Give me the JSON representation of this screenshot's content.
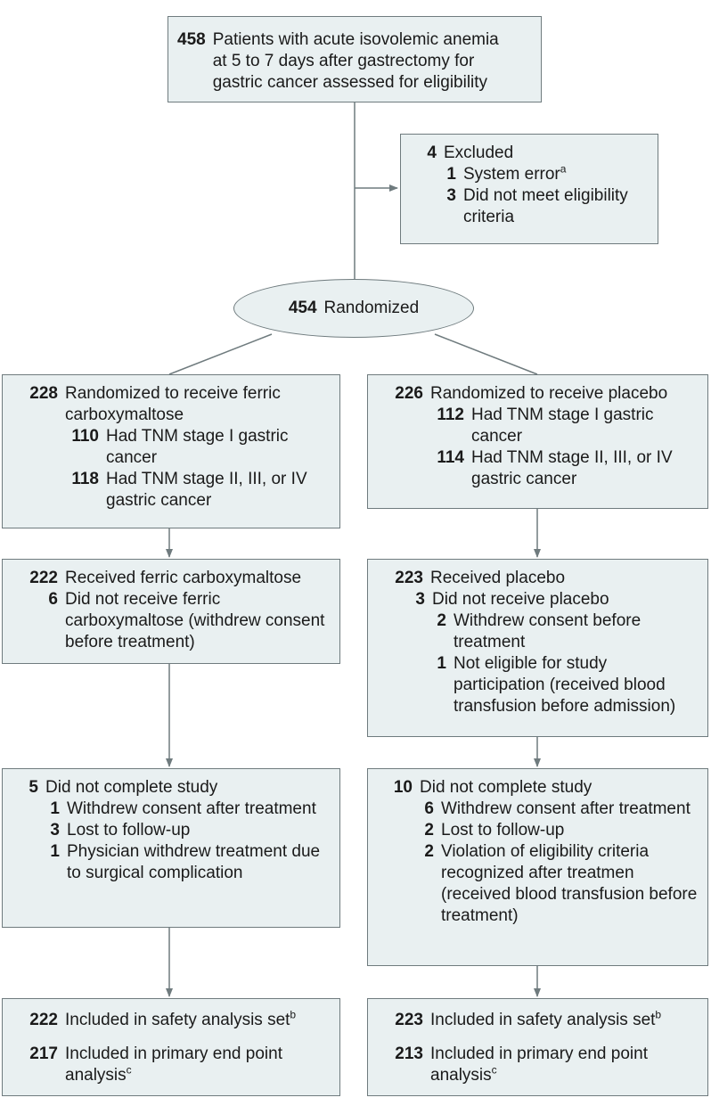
{
  "screening": {
    "count": "458",
    "line1": "Patients  with acute isovolemic anemia",
    "line2": "at 5 to 7 days after gastrectomy for",
    "line3": "gastric cancer assessed for eligibility"
  },
  "excluded": {
    "count": "4",
    "label": "Excluded",
    "items": [
      {
        "count": "1",
        "label": "System error",
        "sup": "a"
      },
      {
        "count": "3",
        "label": "Did not meet eligibility criteria"
      }
    ]
  },
  "randomized": {
    "count": "454",
    "label": "Randomized"
  },
  "left": {
    "allocation": {
      "count": "228",
      "label": "Randomized to receive ferric carboxymaltose",
      "items": [
        {
          "count": "110",
          "label": "Had TNM stage I gastric cancer"
        },
        {
          "count": "118",
          "label": "Had TNM stage II, III, or IV gastric cancer"
        }
      ]
    },
    "received": {
      "count": "222",
      "label": "Received ferric carboxymaltose",
      "not_count": "6",
      "not_label": "Did not receive ferric carboxymaltose (withdrew consent before treatment)"
    },
    "followup": {
      "count": "5",
      "label": "Did not complete study",
      "items": [
        {
          "count": "1",
          "label": "Withdrew consent after treatment"
        },
        {
          "count": "3",
          "label": "Lost to follow-up"
        },
        {
          "count": "1",
          "label": "Physician withdrew treatment due to surgical complication"
        }
      ]
    },
    "analysis": {
      "safety_count": "222",
      "safety_label": "Included in safety analysis set",
      "safety_sup": "b",
      "primary_count": "217",
      "primary_label": "Included in primary end point analysis",
      "primary_sup": "c"
    }
  },
  "right": {
    "allocation": {
      "count": "226",
      "label": "Randomized to receive placebo",
      "items": [
        {
          "count": "112",
          "label": "Had TNM stage I gastric cancer"
        },
        {
          "count": "114",
          "label": "Had TNM stage II, III, or IV gastric cancer"
        }
      ]
    },
    "received": {
      "count": "223",
      "label": "Received placebo",
      "not_count": "3",
      "not_label": "Did not receive placebo",
      "items": [
        {
          "count": "2",
          "label": "Withdrew consent before treatment"
        },
        {
          "count": "1",
          "label": "Not eligible for study participation (received blood transfusion before admission)"
        }
      ]
    },
    "followup": {
      "count": "10",
      "label": "Did not complete study",
      "items": [
        {
          "count": "6",
          "label": "Withdrew consent after treatment"
        },
        {
          "count": "2",
          "label": "Lost to follow-up"
        },
        {
          "count": "2",
          "label": "Violation of eligibility criteria recognized after treatmen (received blood transfusion before treatment)"
        }
      ]
    },
    "analysis": {
      "safety_count": "223",
      "safety_label": "Included in safety analysis set",
      "safety_sup": "b",
      "primary_count": "213",
      "primary_label": "Included in primary end point analysis",
      "primary_sup": "c"
    }
  }
}
